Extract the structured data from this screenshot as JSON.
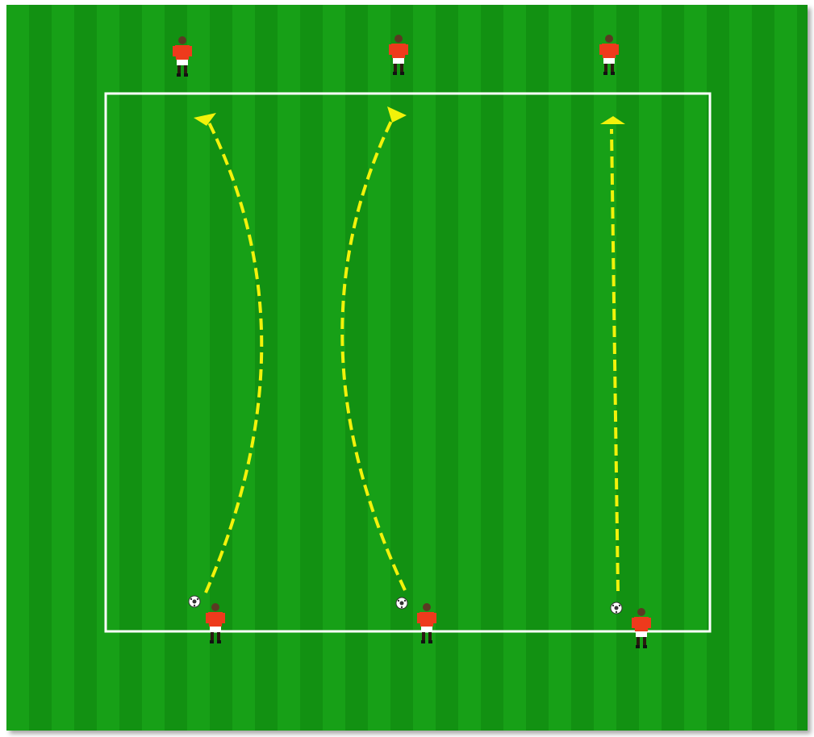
{
  "diagram": {
    "pitch_color": "#139813",
    "stripe_light": "#1aa81a",
    "stripe_dark": "#108c10",
    "line_color": "#ffffff",
    "pass_color": "#f2f20a",
    "player_shirt": "#ee3a1c",
    "player_shorts": "#ffffff",
    "ball_color": "#ffffff",
    "receivers": [
      {
        "id": "receiver-left"
      },
      {
        "id": "receiver-center"
      },
      {
        "id": "receiver-right"
      }
    ],
    "passers": [
      {
        "id": "passer-left"
      },
      {
        "id": "passer-center"
      },
      {
        "id": "passer-right"
      }
    ],
    "balls": [
      {
        "id": "ball-left"
      },
      {
        "id": "ball-center"
      },
      {
        "id": "ball-right"
      }
    ],
    "passes": [
      {
        "id": "pass-left",
        "style": "curved-dashed"
      },
      {
        "id": "pass-center",
        "style": "curved-dashed"
      },
      {
        "id": "pass-right",
        "style": "straight-dashed"
      }
    ]
  }
}
